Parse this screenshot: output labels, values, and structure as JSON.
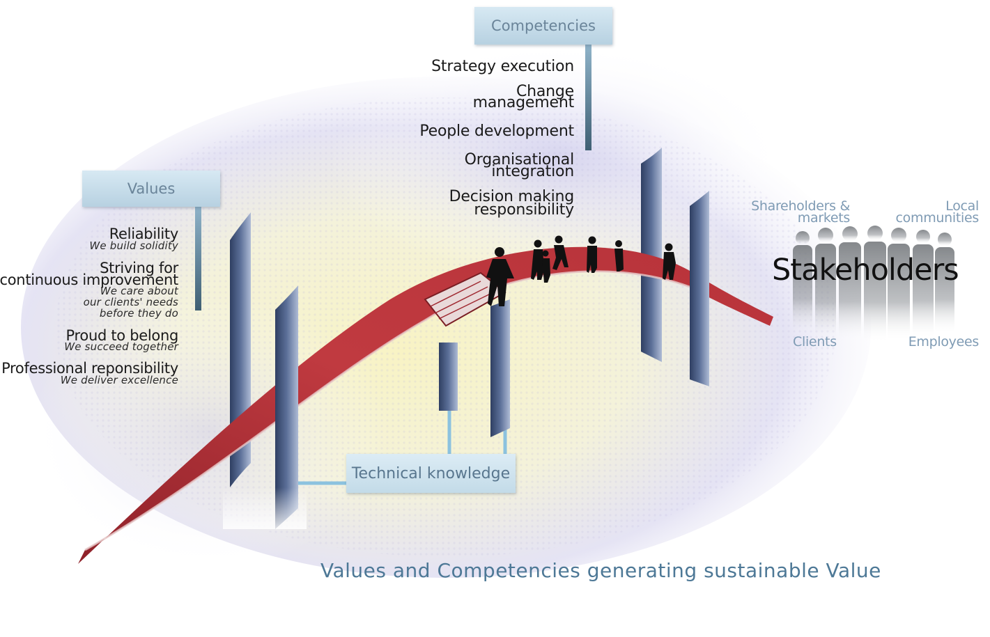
{
  "values": {
    "heading": "Values",
    "items": [
      {
        "title": "Reliability",
        "subtitle": "We build solidity"
      },
      {
        "title_line1": "Striving for",
        "title_line2": "continuous improvement",
        "sub_line1": "We care about",
        "sub_line2": "our clients' needs",
        "sub_line3": "before they do"
      },
      {
        "title": "Proud to belong",
        "subtitle": "We succeed together"
      },
      {
        "title": "Professional reponsibility",
        "subtitle": "We deliver excellence"
      }
    ]
  },
  "competencies": {
    "heading": "Competencies",
    "items": {
      "strategy": "Strategy execution",
      "change_1": "Change",
      "change_2": "management",
      "people": "People development",
      "org_1": "Organisational",
      "org_2": "integration",
      "decision_1": "Decision making",
      "decision_2": "responsibility"
    }
  },
  "technical": {
    "label": "Technical knowledge"
  },
  "stakeholders": {
    "title": "Stakeholders",
    "shareholders_1": "Shareholders &",
    "shareholders_2": "markets",
    "local_1": "Local",
    "local_2": "communities",
    "clients": "Clients",
    "employees": "Employees"
  },
  "caption": "Values and Competencies generating sustainable Value",
  "colors": {
    "road": "#b8333a",
    "road_dark": "#7a1e24",
    "pillar": "#4a5d84",
    "pillar_light": "#c8d2e6",
    "label_box": "#c9dfeb",
    "label_text": "#6a8499",
    "caption": "#4d7896",
    "halo_yellow": "#f5f0c0",
    "halo_lavender": "#d7d4ec"
  }
}
